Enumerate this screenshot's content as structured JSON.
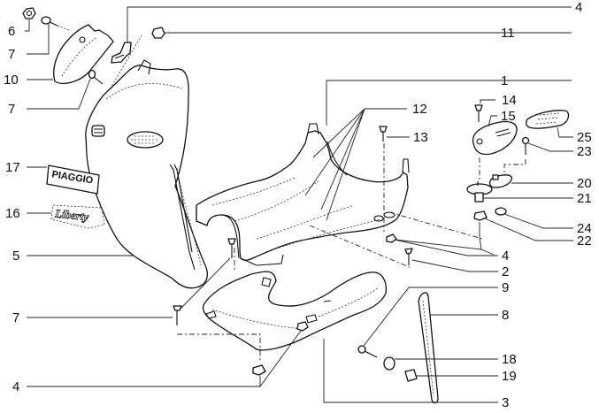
{
  "diagram": {
    "kind": "exploded-parts-view",
    "callouts": [
      {
        "id": "c6",
        "number": "6"
      },
      {
        "id": "c7a",
        "number": "7"
      },
      {
        "id": "c10",
        "number": "10"
      },
      {
        "id": "c7b",
        "number": "7"
      },
      {
        "id": "c17",
        "number": "17"
      },
      {
        "id": "c16",
        "number": "16"
      },
      {
        "id": "c5",
        "number": "5"
      },
      {
        "id": "c7c",
        "number": "7"
      },
      {
        "id": "c4a",
        "number": "4"
      },
      {
        "id": "c4b",
        "number": "4"
      },
      {
        "id": "c11",
        "number": "11"
      },
      {
        "id": "c1",
        "number": "1"
      },
      {
        "id": "c12",
        "number": "12"
      },
      {
        "id": "c13",
        "number": "13"
      },
      {
        "id": "c14",
        "number": "14"
      },
      {
        "id": "c15",
        "number": "15"
      },
      {
        "id": "c25",
        "number": "25"
      },
      {
        "id": "c23",
        "number": "23"
      },
      {
        "id": "c20",
        "number": "20"
      },
      {
        "id": "c21",
        "number": "21"
      },
      {
        "id": "c24",
        "number": "24"
      },
      {
        "id": "c22",
        "number": "22"
      },
      {
        "id": "c4c",
        "number": "4"
      },
      {
        "id": "c2",
        "number": "2"
      },
      {
        "id": "c9",
        "number": "9"
      },
      {
        "id": "c8",
        "number": "8"
      },
      {
        "id": "c18",
        "number": "18"
      },
      {
        "id": "c19",
        "number": "19"
      },
      {
        "id": "c3",
        "number": "3"
      }
    ],
    "emblems": {
      "brand_badge": "PIAGGIO",
      "model_badge": "Liberty"
    }
  }
}
